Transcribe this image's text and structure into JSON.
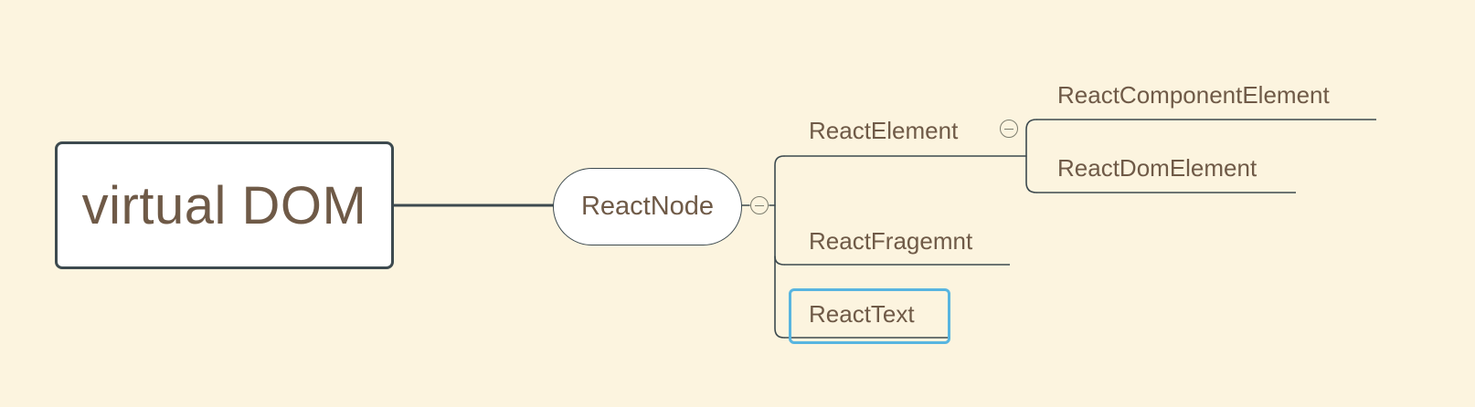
{
  "mindmap": {
    "root": {
      "label": "virtual DOM"
    },
    "react_node": {
      "label": "ReactNode"
    },
    "children": {
      "react_element": {
        "label": "ReactElement"
      },
      "react_fragment": {
        "label": "ReactFragemnt"
      },
      "react_text": {
        "label": "ReactText"
      }
    },
    "grandchildren": {
      "react_component_element": {
        "label": "ReactComponentElement"
      },
      "react_dom_element": {
        "label": "ReactDomElement"
      }
    },
    "selected": "ReactText"
  },
  "colors": {
    "background": "#fcf4df",
    "line": "#3d4a4f",
    "text": "#6f5a47",
    "selection": "#58b5e0",
    "node_fill": "#ffffff"
  },
  "icons": {
    "collapse_toggle": "minus-circle-icon"
  }
}
